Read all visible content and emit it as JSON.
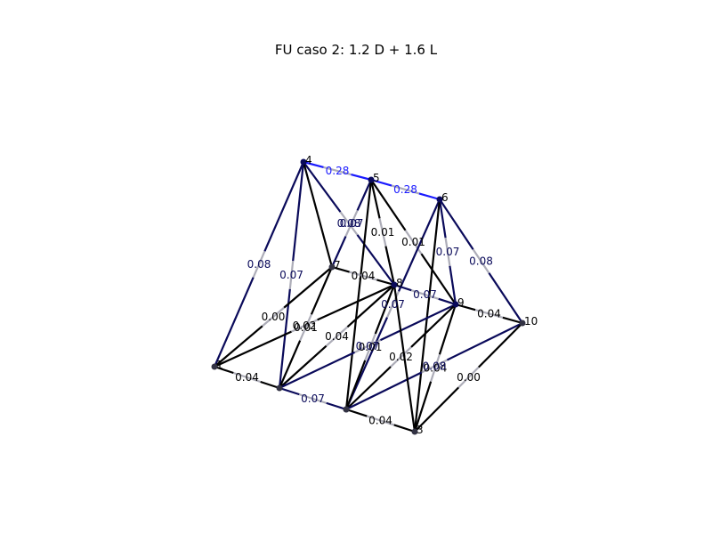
{
  "title": "FU caso 2: 1.2 D + 1.6 L",
  "colors": {
    "black": "#000000",
    "navy": "#0a0a5a",
    "blue": "#1a1aff",
    "gray": "#8a8a9a"
  },
  "nodes": [
    {
      "id": "1",
      "label": "1"
    },
    {
      "id": "2",
      "label": ""
    },
    {
      "id": "3",
      "label": ""
    },
    {
      "id": "4",
      "label": "4"
    },
    {
      "id": "5",
      "label": "5"
    },
    {
      "id": "6",
      "label": "6"
    },
    {
      "id": "7",
      "label": "7"
    },
    {
      "id": "8",
      "label": "8"
    },
    {
      "id": "9",
      "label": "9"
    },
    {
      "id": "10",
      "label": "10"
    },
    {
      "id": "11",
      "label": ""
    },
    {
      "id": "12",
      "label": "3"
    }
  ],
  "members": [
    {
      "from": "4",
      "to": "5",
      "value": "0.28"
    },
    {
      "from": "5",
      "to": "6",
      "value": "0.28"
    },
    {
      "from": "4",
      "to": "1",
      "value": "0.08"
    },
    {
      "from": "4",
      "to": "8",
      "value": "0.08"
    },
    {
      "from": "4",
      "to": "2",
      "value": "0.07"
    },
    {
      "from": "4",
      "to": "7",
      "value": ""
    },
    {
      "from": "5",
      "to": "7",
      "value": "0.07"
    },
    {
      "from": "5",
      "to": "8",
      "value": "0.01"
    },
    {
      "from": "5",
      "to": "9",
      "value": "0.01"
    },
    {
      "from": "5",
      "to": "3",
      "value": ""
    },
    {
      "from": "6",
      "to": "9",
      "value": "0.07"
    },
    {
      "from": "6",
      "to": "10",
      "value": "0.08"
    },
    {
      "from": "6",
      "to": "3",
      "value": "0.07"
    },
    {
      "from": "6",
      "to": "12",
      "value": ""
    },
    {
      "from": "7",
      "to": "8",
      "value": "0.04"
    },
    {
      "from": "7",
      "to": "1",
      "value": "0.00"
    },
    {
      "from": "7",
      "to": "2",
      "value": "0.01"
    },
    {
      "from": "8",
      "to": "9",
      "value": "0.07"
    },
    {
      "from": "8",
      "to": "2",
      "value": "0.04"
    },
    {
      "from": "8",
      "to": "3",
      "value": "0.01"
    },
    {
      "from": "8",
      "to": "1",
      "value": "0.02"
    },
    {
      "from": "9",
      "to": "10",
      "value": "0.04"
    },
    {
      "from": "9",
      "to": "2",
      "value": "0.07"
    },
    {
      "from": "9",
      "to": "3",
      "value": "0.02"
    },
    {
      "from": "9",
      "to": "12",
      "value": "0.04"
    },
    {
      "from": "10",
      "to": "3",
      "value": "0.08"
    },
    {
      "from": "10",
      "to": "12",
      "value": "0.00"
    },
    {
      "from": "1",
      "to": "2",
      "value": "0.04"
    },
    {
      "from": "2",
      "to": "3",
      "value": "0.07"
    },
    {
      "from": "3",
      "to": "12",
      "value": "0.04"
    },
    {
      "from": "8",
      "to": "12",
      "value": ""
    }
  ]
}
